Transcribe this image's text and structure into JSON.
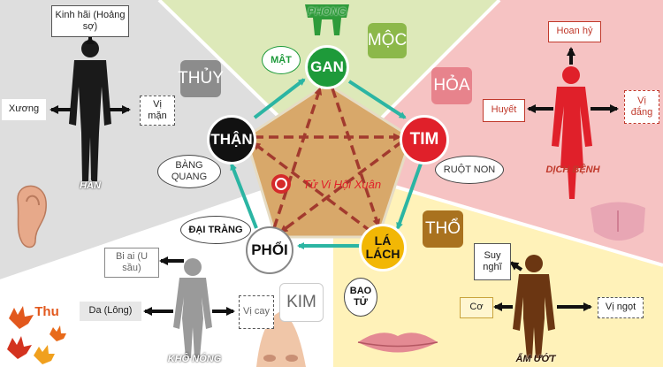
{
  "colors": {
    "wood": "#1e9a3a",
    "fire": "#e0202a",
    "earth": "#f2b705",
    "metal": "#ffffff",
    "water": "#111111",
    "bg_top": "#dde9b9",
    "bg_right": "#f6c3c3",
    "bg_left": "#dedede",
    "bg_bottom_right": "#fff2b9",
    "bg_bottom_left": "#ffffff",
    "pentagon_fill": "#d8a86a",
    "generating_arrow": "#2bb5a3",
    "controlling_arrow": "#a23a2e"
  },
  "organs": {
    "gan": "GAN",
    "tim": "TIM",
    "la_lach": "LÁ LÁCH",
    "phoi": "PHỔI",
    "than": "THẬN"
  },
  "elements": {
    "moc": "MỘC",
    "hoa": "HỎA",
    "tho": "THỔ",
    "kim": "KIM",
    "thuy": "THỦY"
  },
  "paired_organs": {
    "mat": "MẬT",
    "ruot_non": "RUỘT NON",
    "bao_tu": "BAO TỬ",
    "dai_trang": "ĐẠI TRÀNG",
    "bang_quang": "BÀNG QUANG"
  },
  "water": {
    "emotion": "Kinh hãi (Hoảng sợ)",
    "tissue": "Xương",
    "taste": "Vị mặn",
    "climate": "HÀN"
  },
  "fire": {
    "emotion": "Hoan hỷ",
    "tissue": "Huyết",
    "taste": "Vị đắng",
    "climate": "DỊCH BỆNH"
  },
  "metal": {
    "emotion": "Bi ai (U sầu)",
    "tissue": "Da (Lông)",
    "taste": "Vị cay",
    "climate": "KHÔ NÓNG",
    "season": "Thu"
  },
  "earth": {
    "emotion": "Suy nghĩ",
    "tissue": "Cơ",
    "taste": "Vị ngọt",
    "climate": "ẨM ƯỚT"
  },
  "wood": {
    "climate": "PHONG"
  },
  "watermark": "Tử Vi Hội Xuân",
  "icons": [
    "human-silhouette",
    "ear",
    "tongue",
    "nose",
    "lips",
    "maple-leaf"
  ]
}
